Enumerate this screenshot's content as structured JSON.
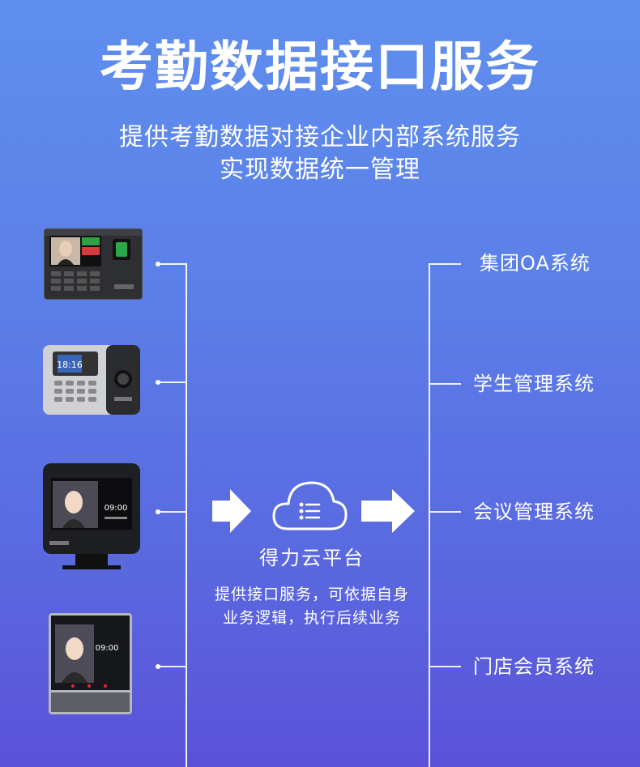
{
  "header": {
    "title": "考勤数据接口服务",
    "subtitle_line1": "提供考勤数据对接企业内部系统服务",
    "subtitle_line2": "实现数据统一管理"
  },
  "devices": [
    {
      "name": "fingerprint-face-terminal",
      "screen_text": ""
    },
    {
      "name": "fingerprint-terminal",
      "screen_time": "18:16"
    },
    {
      "name": "face-recognition-terminal-stand",
      "screen_time": "09:00"
    },
    {
      "name": "face-recognition-terminal-panel",
      "screen_time": "09:00"
    }
  ],
  "platform": {
    "name": "得力云平台",
    "desc_line1": "提供接口服务，可依据自身",
    "desc_line2": "业务逻辑，执行后续业务"
  },
  "systems": [
    {
      "label": "集团OA系统"
    },
    {
      "label": "学生管理系统"
    },
    {
      "label": "会议管理系统"
    },
    {
      "label": "门店会员系统"
    }
  ],
  "colors": {
    "background_top": "#5f8fee",
    "background_bottom": "#5a52d8",
    "line": "#ffffff"
  }
}
